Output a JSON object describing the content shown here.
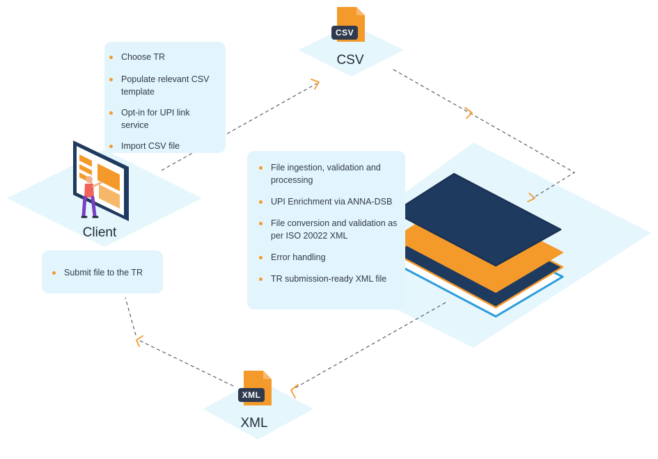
{
  "nodes": {
    "csv": {
      "label": "CSV",
      "tag": "CSV"
    },
    "xml": {
      "label": "XML",
      "tag": "XML"
    },
    "client": {
      "label": "Client"
    }
  },
  "client_steps": [
    "Choose TR",
    "Populate relevant CSV template",
    "Opt-in for UPI link service",
    "Import CSV file"
  ],
  "processing_steps": [
    "File ingestion, validation and processing",
    "UPI Enrichment via ANNA-DSB",
    "File conversion and validation as per ISO 20022 XML",
    "Error handling",
    "TR submission-ready XML file"
  ],
  "submit_steps": [
    "Submit file to the TR"
  ],
  "colors": {
    "accent_orange": "#f39a2b",
    "navy": "#1f3a5f",
    "panel_bg": "#e3f5fc",
    "tile_bg": "#e6f6fd"
  }
}
